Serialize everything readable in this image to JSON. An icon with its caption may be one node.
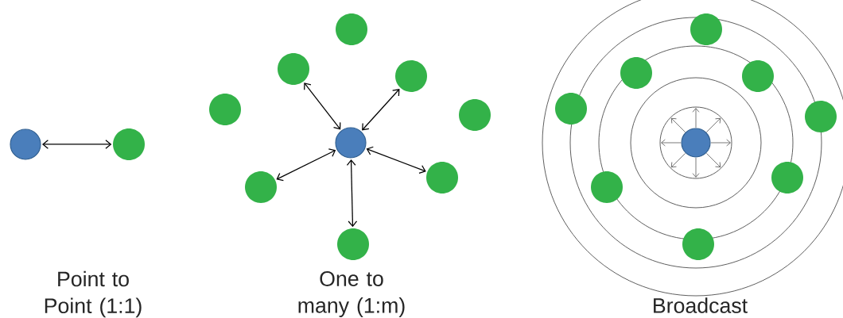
{
  "diagram": {
    "nodes": [
      {
        "text": [],
        "shape": "circle"
      },
      {
        "text": [],
        "shape": "circle"
      },
      {
        "text": [],
        "shape": "circle"
      },
      {
        "text": [],
        "shape": "circle"
      },
      {
        "text": [],
        "shape": "circle"
      },
      {
        "text": [],
        "shape": "circle"
      },
      {
        "text": [],
        "shape": "circle"
      },
      {
        "text": [],
        "shape": "circle"
      },
      {
        "text": [],
        "shape": "circle"
      },
      {
        "text": [],
        "shape": "circle"
      },
      {
        "text": [],
        "shape": "circle"
      },
      {
        "text": [],
        "shape": "circle"
      },
      {
        "text": [],
        "shape": "circle"
      },
      {
        "text": [],
        "shape": "circle"
      },
      {
        "text": [],
        "shape": "circle"
      },
      {
        "text": [],
        "shape": "circle"
      },
      {
        "text": [],
        "shape": "circle"
      },
      {
        "text": [],
        "shape": "circle"
      },
      {
        "text": [],
        "shape": "circle"
      },
      {
        "text": [],
        "shape": "circle"
      }
    ],
    "edges": [
      {
        "from": 0,
        "to": 1,
        "arrow": "both"
      },
      {
        "from": 2,
        "to": 4,
        "arrow": "both"
      },
      {
        "from": 2,
        "to": 5,
        "arrow": "both"
      },
      {
        "from": 2,
        "to": 8,
        "arrow": "both"
      },
      {
        "from": 2,
        "to": 9,
        "arrow": "both"
      },
      {
        "from": 2,
        "to": 10,
        "arrow": "both"
      }
    ],
    "labels": [
      "Point to Point (1:1)",
      "One to many (1:m)",
      "Broadcast"
    ]
  }
}
